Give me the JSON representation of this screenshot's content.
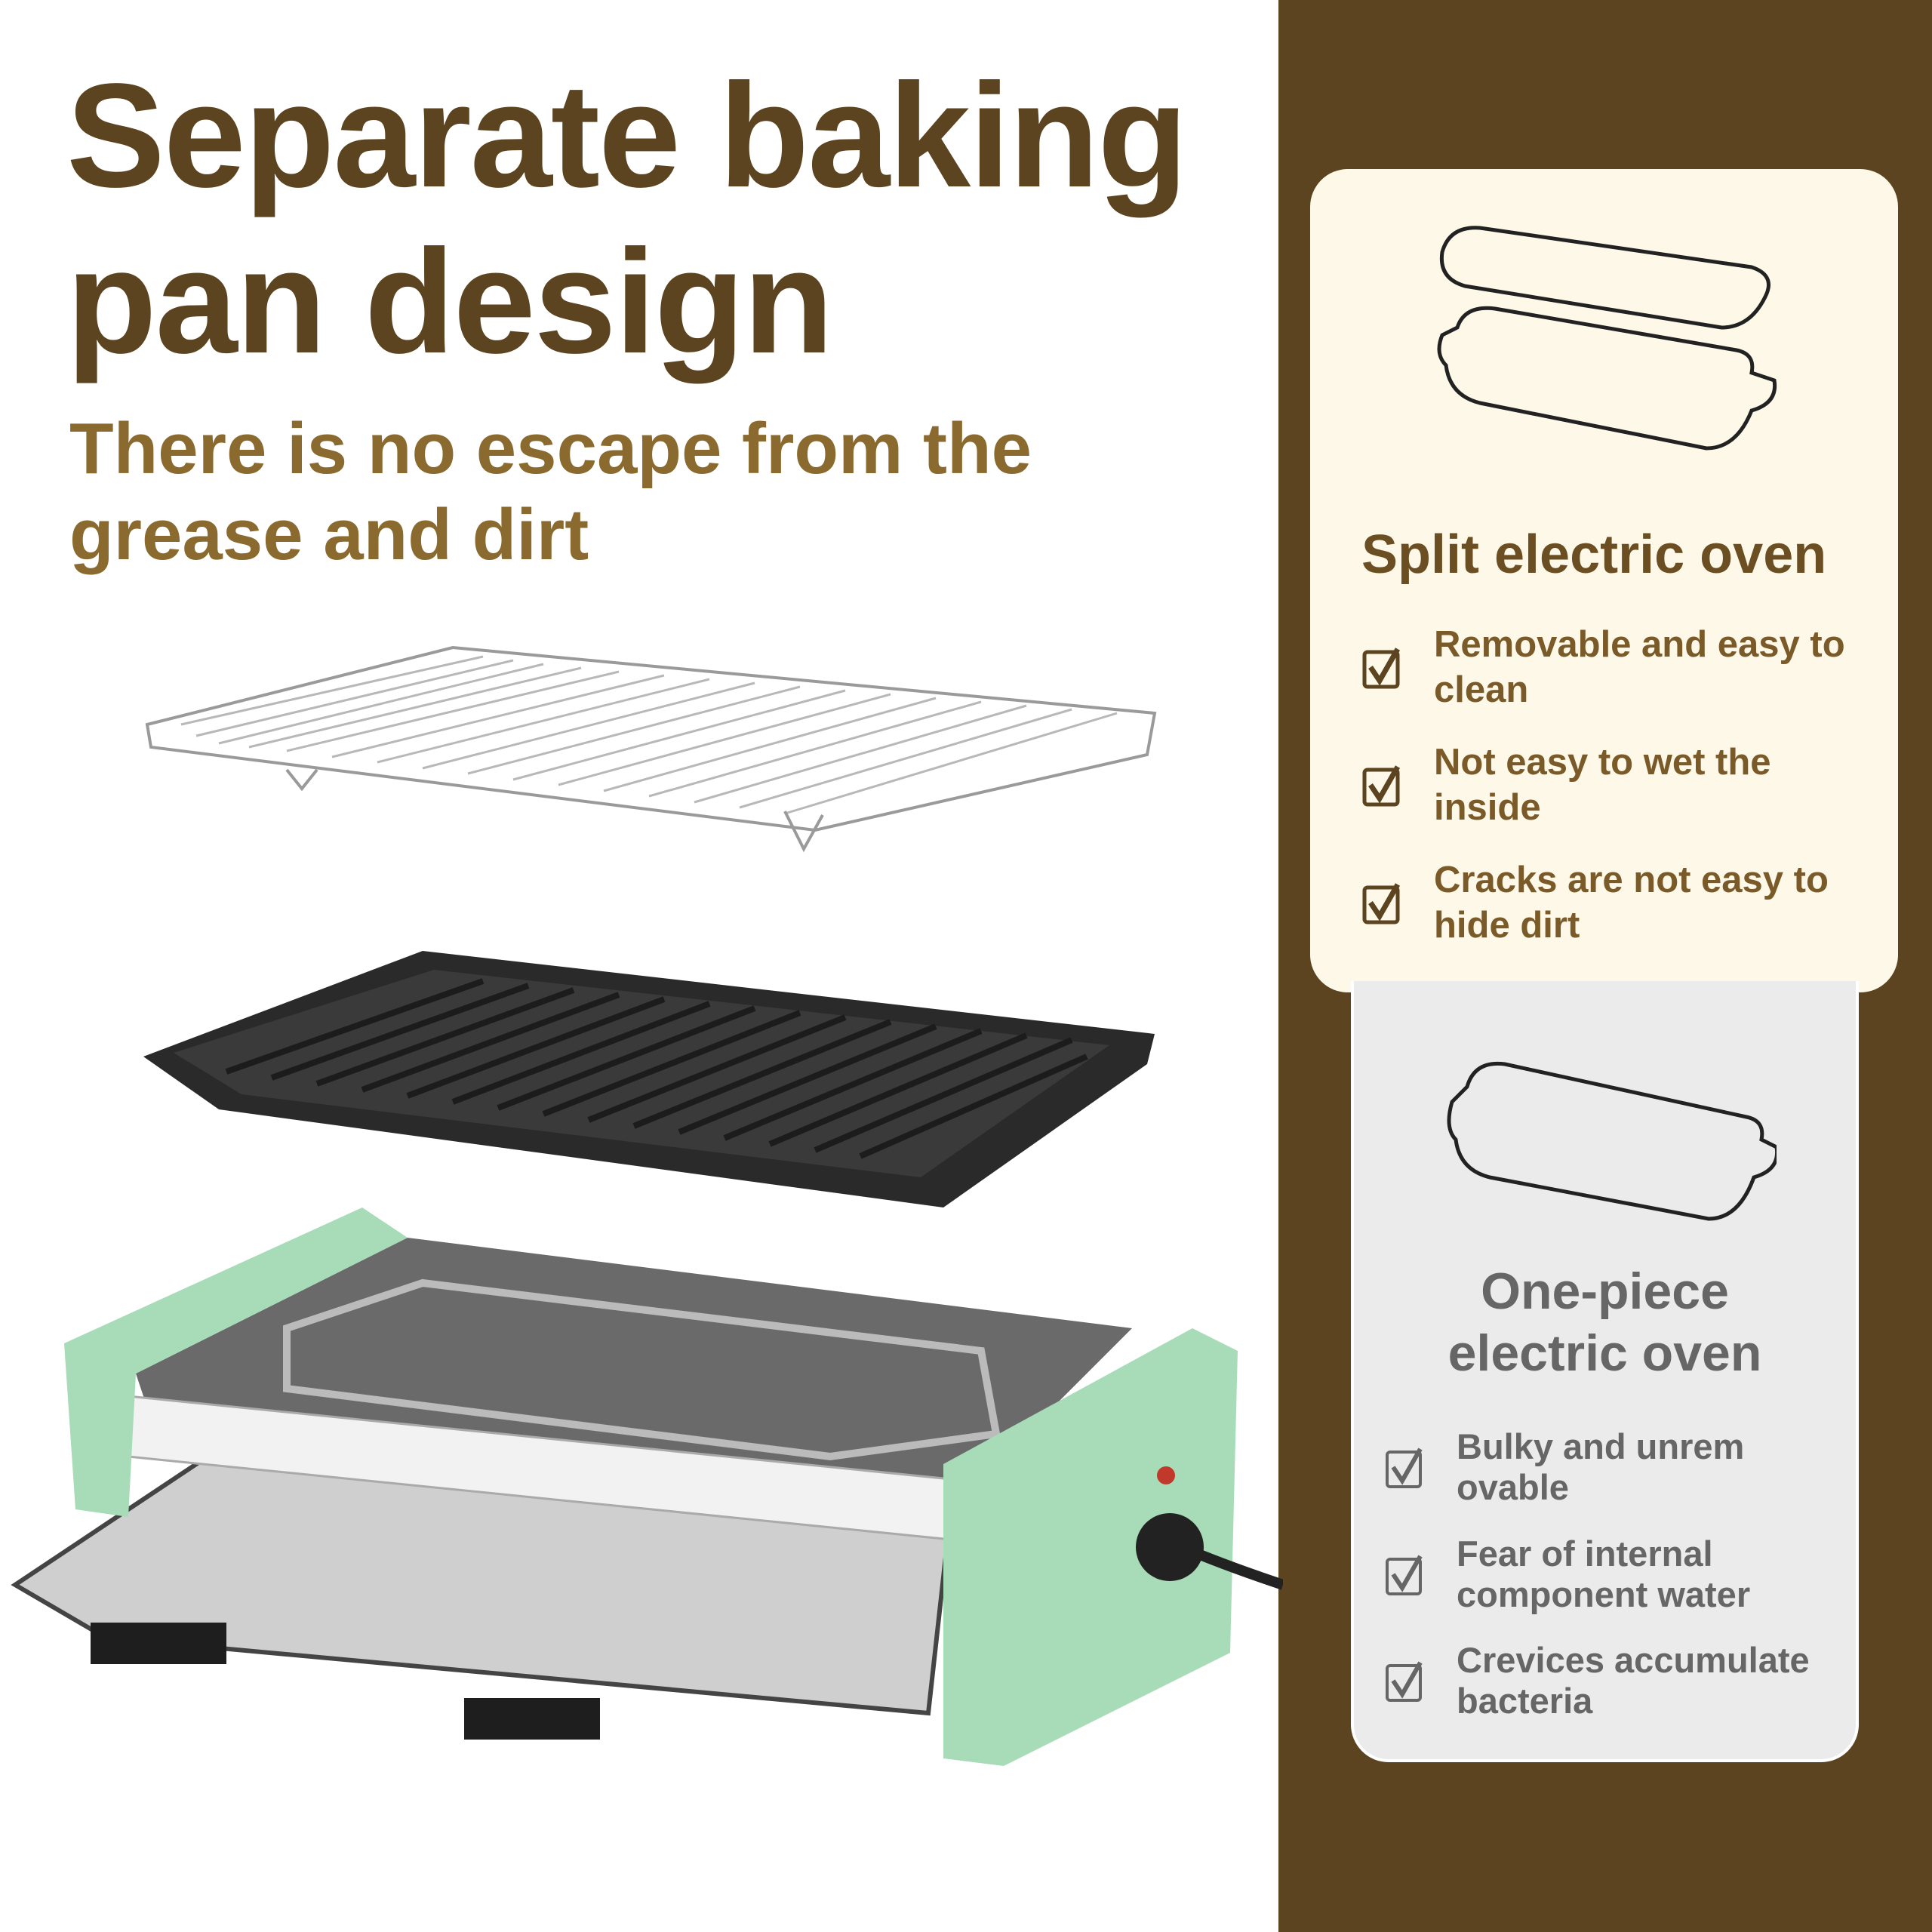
{
  "headline": {
    "line1": "Separate baking",
    "line2": "pan design"
  },
  "subheadline": {
    "line1": "There is no escape from the",
    "line2": "grease and dirt"
  },
  "split_card": {
    "title": "Split electric oven",
    "items": [
      "Removable and easy to clean",
      "Not easy to wet the inside",
      "Cracks are not easy to hide dirt"
    ],
    "icon": "split-pan-icon"
  },
  "onepiece_card": {
    "title_line1": "One-piece",
    "title_line2": "electric oven",
    "items": [
      "Bulky and unrem ovable",
      "Fear of internal component water",
      "Crevices accumulate bacteria"
    ],
    "icon": "one-piece-pan-icon"
  },
  "colors": {
    "brown": "#5c4420",
    "gold": "#8a6a2e",
    "cream": "#fdf8e8",
    "gray_card": "#ebebeb",
    "mint": "#a8dcb8"
  }
}
